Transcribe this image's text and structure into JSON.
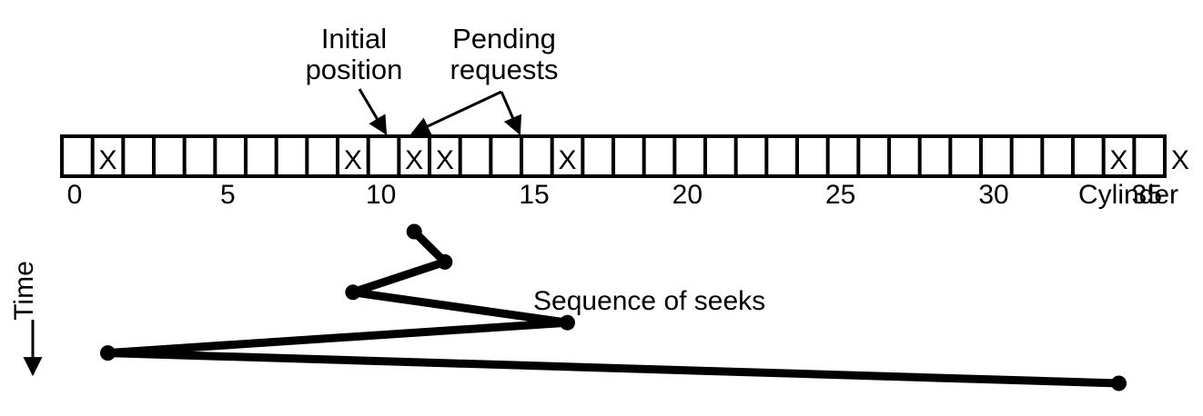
{
  "figure": {
    "title_absent": true,
    "background_color": "#ffffff",
    "stroke_color": "#000000"
  },
  "annotations": {
    "initial_position": {
      "line1": "Initial",
      "line2": "position",
      "points_to_cylinder": 11
    },
    "pending_requests": {
      "line1": "Pending",
      "line2": "requests",
      "points_to_cylinders": [
        12,
        16
      ]
    },
    "sequence_label": "Sequence of seeks",
    "time_axis_label": "Time",
    "cylinder_axis_label": "Cylinder"
  },
  "track": {
    "cell_count": 36,
    "first_cylinder": 0,
    "marked_cells": [
      1,
      9,
      11,
      12,
      16,
      34,
      36
    ],
    "mark_glyph": "X",
    "tick_labels": [
      "0",
      "5",
      "10",
      "15",
      "20",
      "25",
      "30",
      "35"
    ],
    "tick_values": [
      0,
      5,
      10,
      15,
      20,
      25,
      30,
      35
    ]
  },
  "chart_data": {
    "type": "line",
    "title": "Sequence of seeks",
    "xlabel": "Cylinder",
    "ylabel": "Time",
    "xlim": [
      0,
      36
    ],
    "ylim": [
      0,
      6
    ],
    "grid": false,
    "legend": "none",
    "series": [
      {
        "name": "seek-sequence",
        "x": [
          11,
          12,
          9,
          16,
          1,
          34
        ],
        "y": [
          0,
          1,
          2,
          3,
          4,
          5
        ],
        "marker": "dot",
        "note": "Order of head movement over time, top to bottom"
      }
    ],
    "annotations": [
      {
        "text": "Initial position",
        "x": 11
      },
      {
        "text": "Pending requests",
        "x": 12
      },
      {
        "text": "Pending requests",
        "x": 16
      },
      {
        "text": "Sequence of seeks",
        "x": 16,
        "y": 3
      }
    ]
  }
}
